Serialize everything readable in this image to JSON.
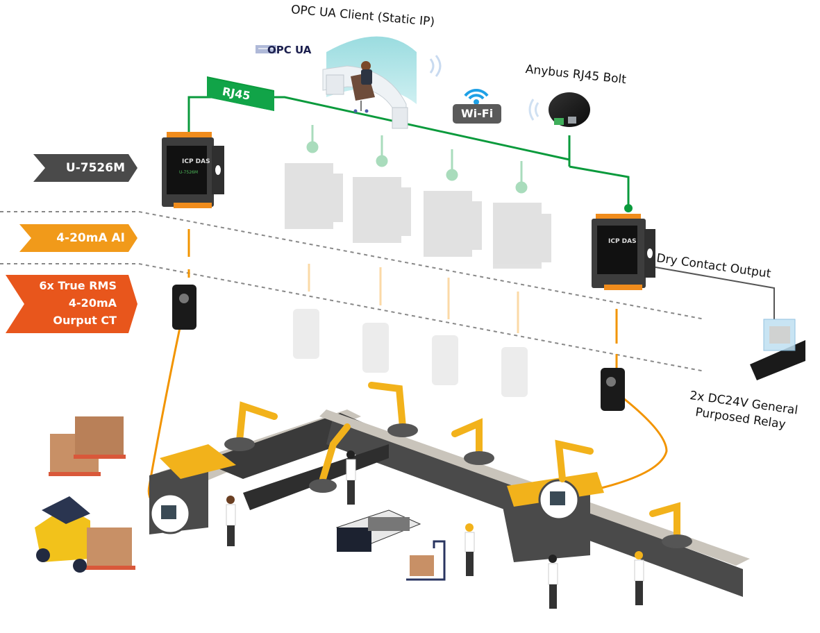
{
  "diagram": {
    "title_client": "OPC UA Client (Static IP)",
    "opc_logo": "OPC UA",
    "bus_label": "RJ45",
    "wifi_label": "Wi-Fi",
    "anybus_label": "Anybus RJ45 Bolt",
    "dry_contact_label": "Dry Contact Output",
    "relay_label_line1": "2x DC24V General",
    "relay_label_line2": "Purposed Relay",
    "device_model": "U-7526M",
    "device_brand": "ICP DAS",
    "left_tags": [
      {
        "lines": [
          "U-7526M"
        ],
        "color": "#4a4a4a"
      },
      {
        "lines": [
          "4-20mA AI"
        ],
        "color": "#f19a1a"
      },
      {
        "lines": [
          "6x True RMS",
          "4-20mA",
          "Ourput CT"
        ],
        "color": "#e8561c"
      }
    ],
    "colors": {
      "ethernet": "#0a9a3c",
      "ethernet_faded": "#a9dcbc",
      "signal": "#f29400",
      "signal_faded": "#fbd9a6",
      "relay_wire": "#555555",
      "wifi_blue": "#1ea0e6",
      "conveyor": "#4a4a4a",
      "robot": "#f2b21b"
    },
    "icons": [
      "opc-ua-logo",
      "operator-workstation-icon",
      "wifi-icon",
      "anybus-bolt-icon",
      "io-module-icon",
      "current-transformer-icon",
      "relay-icon",
      "robot-arm-icon",
      "conveyor-icon",
      "forklift-icon",
      "pallet-icon",
      "servo-motor-icon",
      "agv-icon",
      "worker-icon"
    ]
  }
}
